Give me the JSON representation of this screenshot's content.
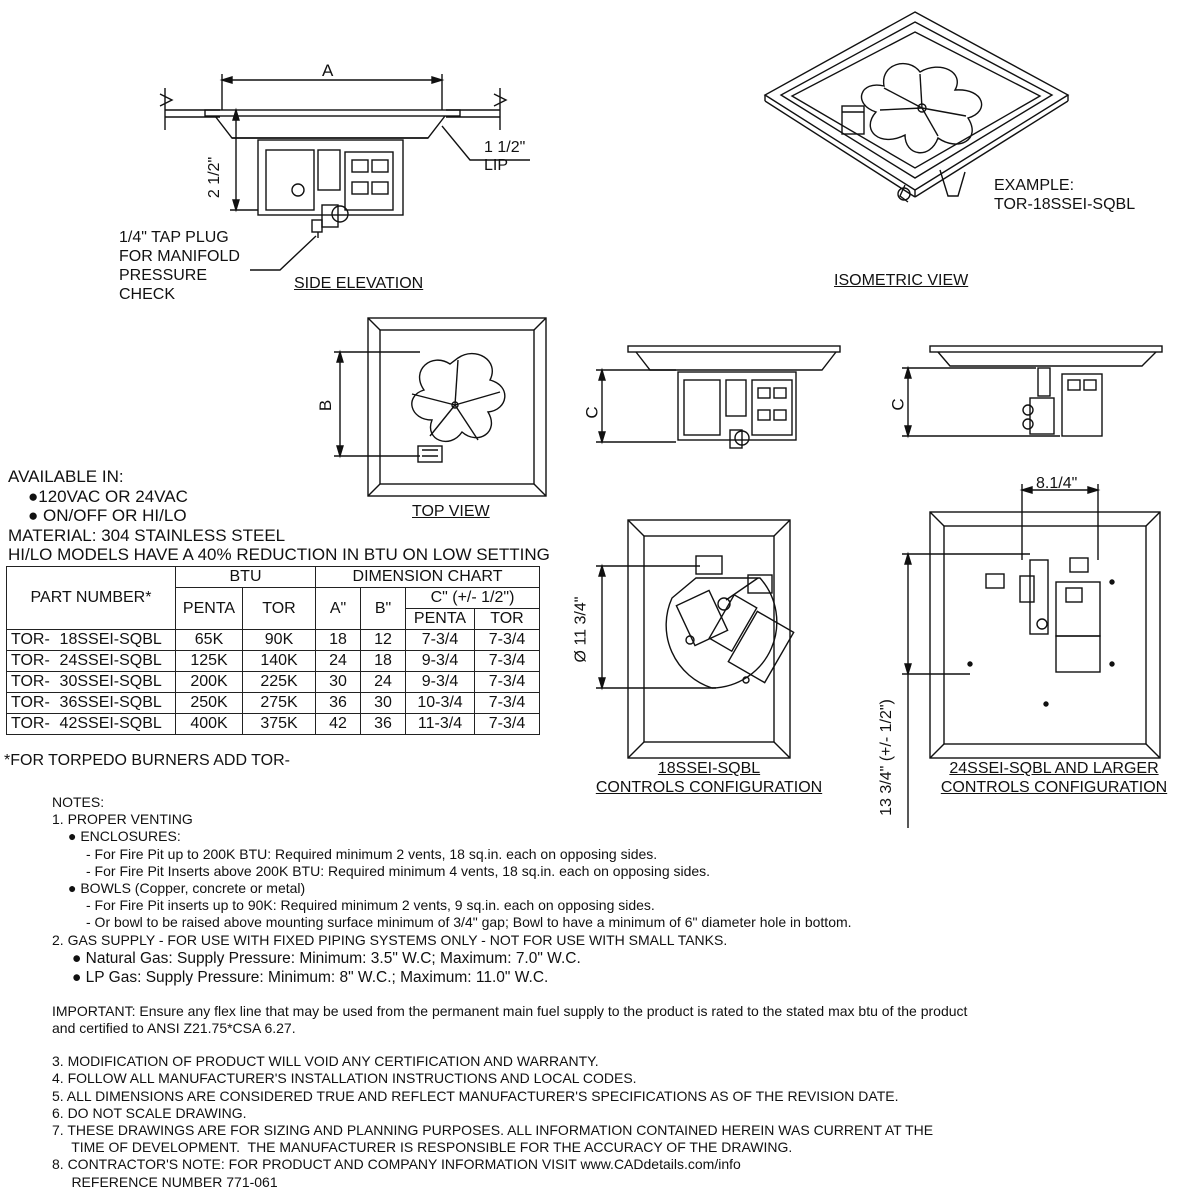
{
  "labels": {
    "dim_a": "A",
    "dim_2half": "2 1/2\"",
    "lip": "1 1/2\"",
    "lip2": "LIP",
    "tap_plug": [
      "1/4\" TAP PLUG",
      "FOR MANIFOLD",
      "PRESSURE",
      "CHECK"
    ],
    "side_elevation": "SIDE ELEVATION",
    "example": [
      "EXAMPLE:",
      "TOR-18SSEI-SQBL"
    ],
    "isometric_view": "ISOMETRIC VIEW",
    "dim_b": "B",
    "top_view": "TOP VIEW",
    "dim_c1": "C",
    "dim_c2": "C",
    "dim_8": "8.1/4\"",
    "dim_diam": "Ø 11 3/4\"",
    "dim_13": "13 3/4\" (+/- 1/2\")",
    "config18": [
      "18SSEI-SQBL",
      "CONTROLS CONFIGURATION"
    ],
    "config24": [
      "24SSEI-SQBL AND LARGER",
      "CONTROLS CONFIGURATION"
    ]
  },
  "available": [
    "AVAILABLE IN:",
    "●120VAC OR 24VAC",
    "● ON/OFF OR HI/LO",
    "MATERIAL: 304 STAINLESS STEEL",
    "HI/LO MODELS HAVE A 40% REDUCTION IN BTU ON LOW SETTING"
  ],
  "table": {
    "part_number": "PART NUMBER*",
    "btu": "BTU",
    "dimension_chart": "DIMENSION CHART",
    "penta": "PENTA",
    "tor": "TOR",
    "a": "A\"",
    "b": "B\"",
    "c": "C\" (+/- 1/2\")",
    "c_penta": "PENTA",
    "c_tor": "TOR",
    "rows": [
      {
        "pre": "TOR-",
        "part": "18SSEI-SQBL",
        "penta": "65K",
        "tor": "90K",
        "a": "18",
        "b": "12",
        "cp": "7-3/4",
        "ct": "7-3/4"
      },
      {
        "pre": "TOR-",
        "part": "24SSEI-SQBL",
        "penta": "125K",
        "tor": "140K",
        "a": "24",
        "b": "18",
        "cp": "9-3/4",
        "ct": "7-3/4"
      },
      {
        "pre": "TOR-",
        "part": "30SSEI-SQBL",
        "penta": "200K",
        "tor": "225K",
        "a": "30",
        "b": "24",
        "cp": "9-3/4",
        "ct": "7-3/4"
      },
      {
        "pre": "TOR-",
        "part": "36SSEI-SQBL",
        "penta": "250K",
        "tor": "275K",
        "a": "36",
        "b": "30",
        "cp": "10-3/4",
        "ct": "7-3/4"
      },
      {
        "pre": "TOR-",
        "part": "42SSEI-SQBL",
        "penta": "400K",
        "tor": "375K",
        "a": "42",
        "b": "36",
        "cp": "11-3/4",
        "ct": "7-3/4"
      }
    ]
  },
  "footnote": "*FOR TORPEDO BURNERS ADD TOR-",
  "notes": {
    "n0": "NOTES:",
    "n1": "1.  PROPER VENTING",
    "n1a": "● ENCLOSURES:",
    "n1a1": "- For Fire Pit up to 200K BTU: Required minimum 2 vents, 18 sq.in. each on opposing sides.",
    "n1a2": "- For Fire Pit Inserts above 200K BTU: Required minimum 4 vents, 18 sq.in. each on opposing sides.",
    "n1b": "● BOWLS (Copper, concrete or metal)",
    "n1b1": "- For Fire Pit inserts up to 90K: Required minimum 2 vents, 9 sq.in. each on opposing sides.",
    "n1b2": "- Or bowl to be raised above mounting surface minimum of 3/4\" gap; Bowl to have a  minimum of 6\" diameter hole in bottom.",
    "n2": "2.  GAS SUPPLY - FOR USE WITH FIXED PIPING SYSTEMS ONLY - NOT FOR USE WITH SMALL TANKS.",
    "n2a": "● Natural Gas: Supply Pressure: Minimum: 3.5\" W.C; Maximum: 7.0\" W.C.",
    "n2b": "● LP Gas: Supply Pressure: Minimum: 8\" W.C.; Maximum: 11.0\" W.C.",
    "imp1": "IMPORTANT: Ensure any flex line that may be used from the permanent main fuel supply to the product is rated to the stated max btu of the product",
    "imp2": "and certified to ANSI Z21.75*CSA 6.27.",
    "n3": "3.  MODIFICATION OF PRODUCT WILL VOID ANY CERTIFICATION AND WARRANTY.",
    "n4": "4.  FOLLOW ALL MANUFACTURER'S INSTALLATION INSTRUCTIONS AND LOCAL CODES.",
    "n5": "5.  ALL DIMENSIONS ARE CONSIDERED TRUE AND REFLECT MANUFACTURER'S SPECIFICATIONS AS OF THE REVISION DATE.",
    "n6": "6.  DO NOT SCALE DRAWING.",
    "n7": "7. THESE DRAWINGS ARE FOR SIZING AND PLANNING PURPOSES. ALL INFORMATION CONTAINED HEREIN WAS CURRENT AT THE",
    "n7b": "     TIME OF DEVELOPMENT.  THE MANUFACTURER IS RESPONSIBLE FOR THE ACCURACY OF THE DRAWING.",
    "n8": "8. CONTRACTOR'S NOTE: FOR PRODUCT AND COMPANY INFORMATION VISIT www.CADdetails.com/info",
    "n8b": "     REFERENCE NUMBER 771-061"
  }
}
